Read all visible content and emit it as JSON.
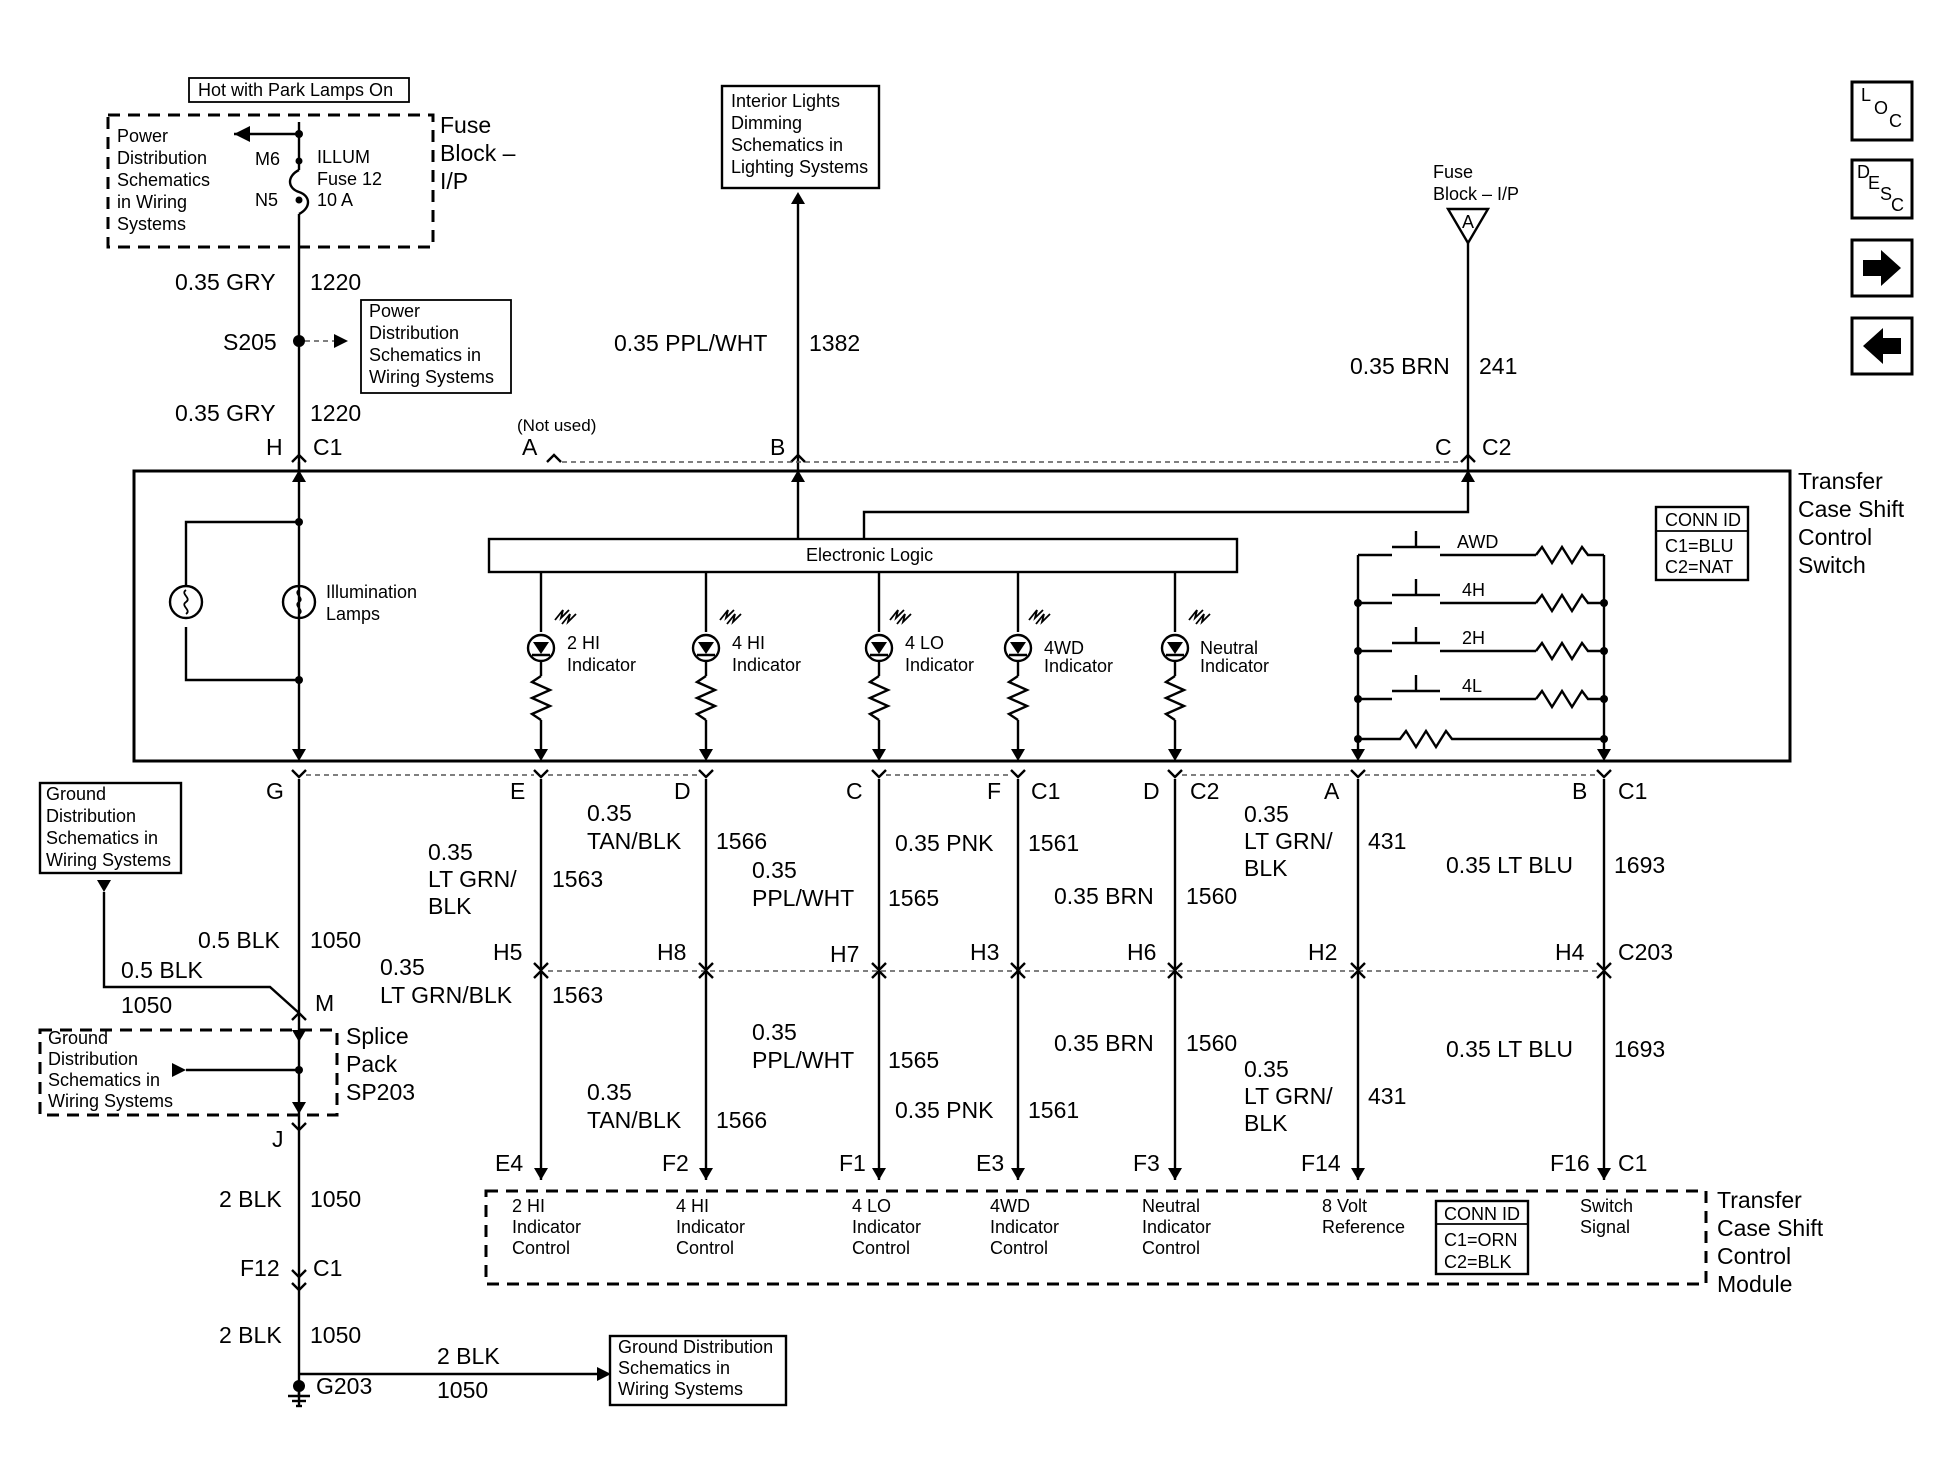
{
  "nav": {
    "loc": [
      "L",
      "O",
      "C"
    ],
    "desc": [
      "D",
      "E",
      "S",
      "C"
    ]
  },
  "top": {
    "hot_label": "Hot with Park Lamps On",
    "fuse_block": [
      "Fuse",
      "Block –",
      "I/P"
    ],
    "power_dist_1": [
      "Power",
      "Distribution",
      "Schematics",
      "in Wiring",
      "Systems"
    ],
    "m6": "M6",
    "n5": "N5",
    "fuse_info": [
      "ILLUM",
      "Fuse 12",
      "10 A"
    ],
    "wire_gry": "0.35 GRY",
    "circ_1220": "1220",
    "s205": "S205",
    "power_dist_2": [
      "Power",
      "Distribution",
      "Schematics in",
      "Wiring Systems"
    ],
    "interior_lights": [
      "Interior Lights",
      "Dimming",
      "Schematics in",
      "Lighting Systems"
    ],
    "wire_ppl_wht": "0.35 PPL/WHT",
    "circ_1382": "1382",
    "fuse_block_ip": [
      "Fuse",
      "Block – I/P"
    ],
    "fuse_a": "A",
    "wire_brn": "0.35 BRN",
    "circ_241": "241",
    "pin_h": "H",
    "c1": "C1",
    "not_used": "(Not used)",
    "pin_a": "A",
    "pin_b": "B",
    "pin_c": "C",
    "c2": "C2"
  },
  "switch": {
    "title": [
      "Transfer",
      "Case Shift",
      "Control",
      "Switch"
    ],
    "electronic_logic": "Electronic Logic",
    "illumination": [
      "Illumination",
      "Lamps"
    ],
    "indicators": [
      [
        "2 HI",
        "Indicator"
      ],
      [
        "4 HI",
        "Indicator"
      ],
      [
        "4 LO",
        "Indicator"
      ],
      [
        "4WD",
        "Indicator"
      ],
      [
        "Neutral",
        "Indicator"
      ]
    ],
    "positions": [
      "AWD",
      "4H",
      "2H",
      "4L"
    ],
    "conn_id": [
      "CONN ID",
      "C1=BLU",
      "C2=NAT"
    ]
  },
  "lower": {
    "ground_dist_1": [
      "Ground",
      "Distribution",
      "Schematics in",
      "Wiring Systems"
    ],
    "pins_top": [
      "G",
      "E",
      "D",
      "C",
      "F",
      "C1",
      "D",
      "C2",
      "A",
      "B",
      "C1"
    ],
    "w1_size": "0.35",
    "w1_color": [
      "LT GRN/",
      "BLK"
    ],
    "c1563": "1563",
    "w2_size": "0.35",
    "w2_color": "TAN/BLK",
    "c1566": "1566",
    "w3_size": "0.35",
    "w3_color": "PPL/WHT",
    "c1565": "1565",
    "w4": "0.35 PNK",
    "c1561": "1561",
    "w5": "0.35 BRN",
    "c1560": "1560",
    "w6_size": "0.35",
    "w6_color": [
      "LT GRN/",
      "BLK"
    ],
    "c431": "431",
    "w7": "0.35 LT BLU",
    "c1693": "1693",
    "blk_05": "0.5 BLK",
    "c1050": "1050",
    "h_pins": [
      "H5",
      "H8",
      "H7",
      "H3",
      "H6",
      "H2",
      "H4"
    ],
    "c203": "C203",
    "w1b": "LT GRN/BLK",
    "pin_m": "M",
    "splice": [
      "Splice",
      "Pack",
      "SP203"
    ],
    "ground_dist_2": [
      "Ground",
      "Distribution",
      "Schematics in",
      "Wiring Systems"
    ],
    "pin_j": "J",
    "bottom_pins": [
      "E4",
      "F2",
      "F1",
      "E3",
      "F3",
      "F14",
      "F16",
      "C1"
    ],
    "blk_2": "2 BLK",
    "f12": "F12",
    "g203": "G203",
    "ground_dist_3": [
      "Ground Distribution",
      "Schematics in",
      "Wiring Systems"
    ]
  },
  "module": {
    "title": [
      "Transfer",
      "Case Shift",
      "Control",
      "Module"
    ],
    "labels": [
      [
        "2 HI",
        "Indicator",
        "Control"
      ],
      [
        "4 HI",
        "Indicator",
        "Control"
      ],
      [
        "4 LO",
        "Indicator",
        "Control"
      ],
      [
        "4WD",
        "Indicator",
        "Control"
      ],
      [
        "Neutral",
        "Indicator",
        "Control"
      ],
      [
        "8 Volt",
        "Reference"
      ],
      [
        "Switch",
        "Signal"
      ]
    ],
    "conn_id": [
      "CONN ID",
      "C1=ORN",
      "C2=BLK"
    ]
  }
}
